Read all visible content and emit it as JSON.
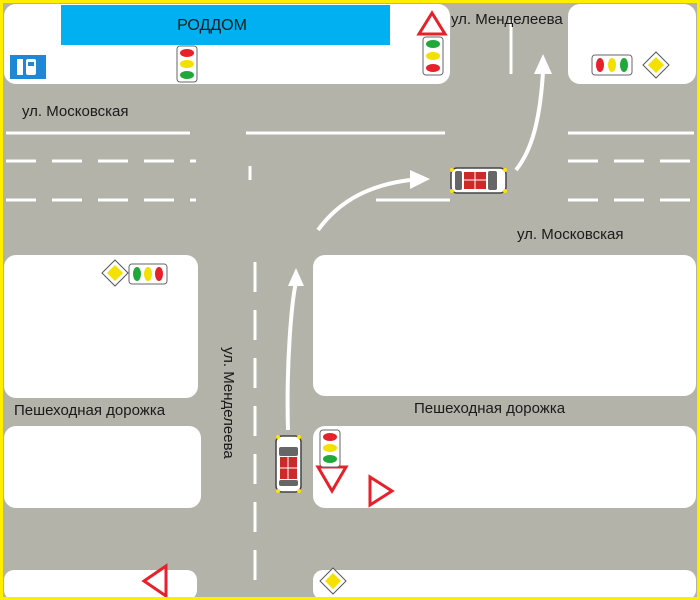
{
  "labels": {
    "maternity_hospital": "РОДДОМ",
    "street_mendeleeva_top": "ул. Менделеева",
    "street_mendeleeva_vertical": "ул. Менделеева",
    "street_moskovskaya_left": "ул. Московская",
    "street_moskovskaya_right": "ул. Московская",
    "footpath_left": "Пешеходная дорожка",
    "footpath_right": "Пешеходная дорожка"
  },
  "colors": {
    "frame": "#ffee00",
    "road": "#b3b3aa",
    "block": "#ffffff",
    "hospital_bar": "#00b0f0",
    "lane_marking": "#ffffff",
    "arrow": "#ffffff",
    "car_body": "#cc2a2a",
    "sign_yield": "#e8202a",
    "sign_priority": "#f5e100",
    "light_red": "#e8202a",
    "light_yellow": "#f2e000",
    "light_green": "#20a83a"
  },
  "icons": {
    "parking_sign": "parking-icon",
    "yield_sign": "yield-triangle-icon",
    "priority_sign": "priority-road-diamond-icon",
    "traffic_light": "traffic-light-icon",
    "car": "car-top-view-icon",
    "route_arrow": "route-arrow-icon"
  }
}
